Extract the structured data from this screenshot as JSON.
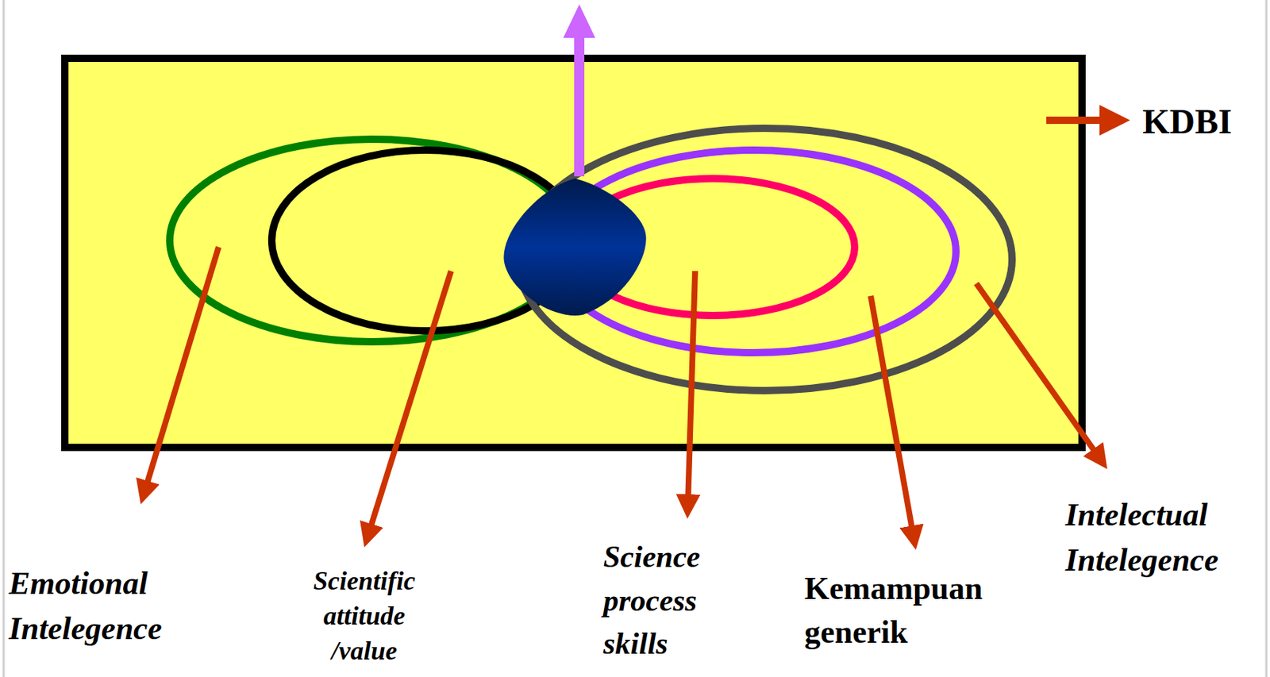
{
  "diagram": {
    "labels": [
      "KDBI",
      "Emotional Intelegence",
      "Scientific attitude /value",
      "Science process skills",
      "Kemampuan generik",
      "Intelectual Intelegence"
    ]
  }
}
